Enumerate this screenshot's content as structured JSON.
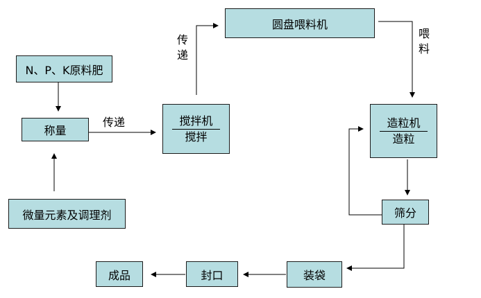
{
  "nodes": {
    "raw_npk": "N、P、K原料肥",
    "weigh": "称量",
    "micro": "微量元素及调理剂",
    "mixer_top": "搅拌机",
    "mixer_bottom": "搅拌",
    "feeder": "圆盘喂料机",
    "granulator_top": "造粒机",
    "granulator_bottom": "造粒",
    "screen": "筛分",
    "bagging": "装袋",
    "sealing": "封口",
    "product": "成品"
  },
  "edge_labels": {
    "transfer_horizontal": "传递",
    "transfer_vertical": "传递",
    "feed_vertical": "喂料"
  },
  "colors": {
    "box_fill": "#b6dde1",
    "border": "#1a1a1a"
  }
}
